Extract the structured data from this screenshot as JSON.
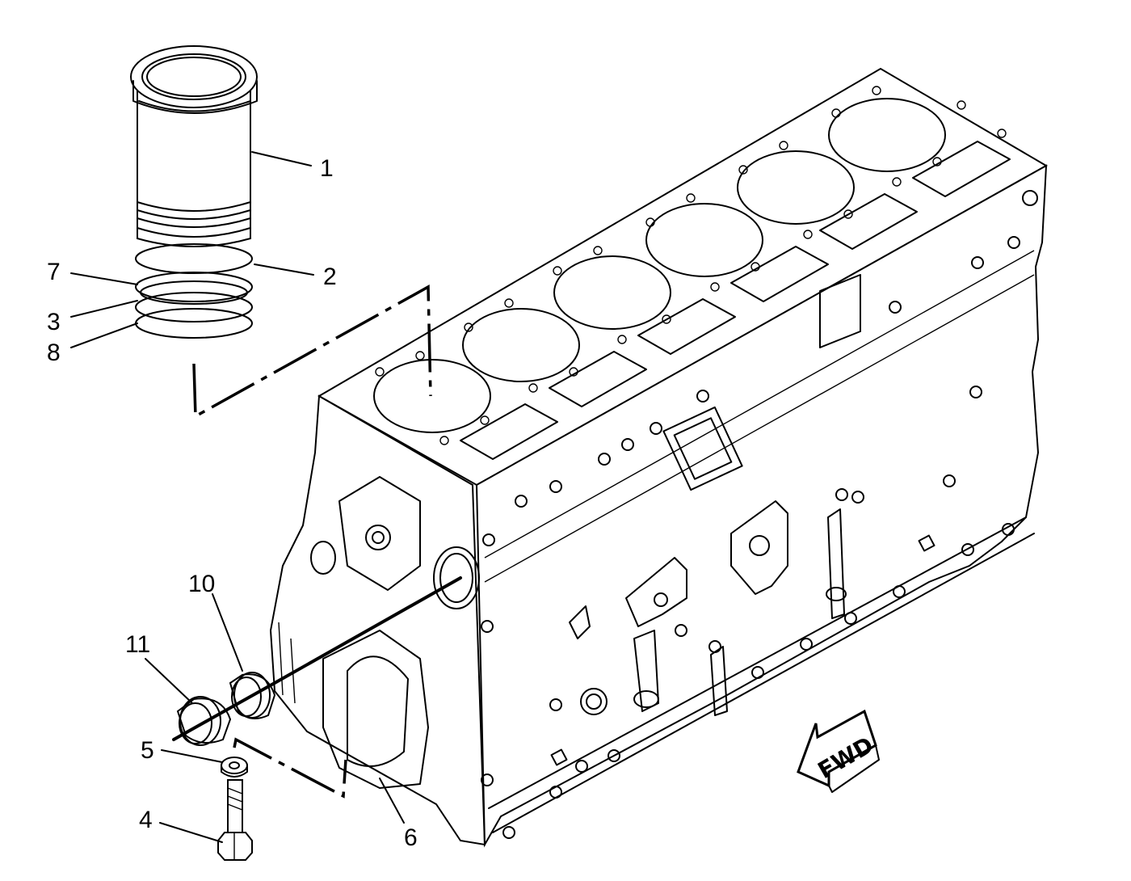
{
  "callouts": {
    "c1": "1",
    "c2": "2",
    "c3": "3",
    "c4": "4",
    "c5": "5",
    "c6": "6",
    "c7": "7",
    "c8": "8",
    "c10": "10",
    "c11": "11"
  },
  "direction_arrow": {
    "label": "FWD"
  }
}
